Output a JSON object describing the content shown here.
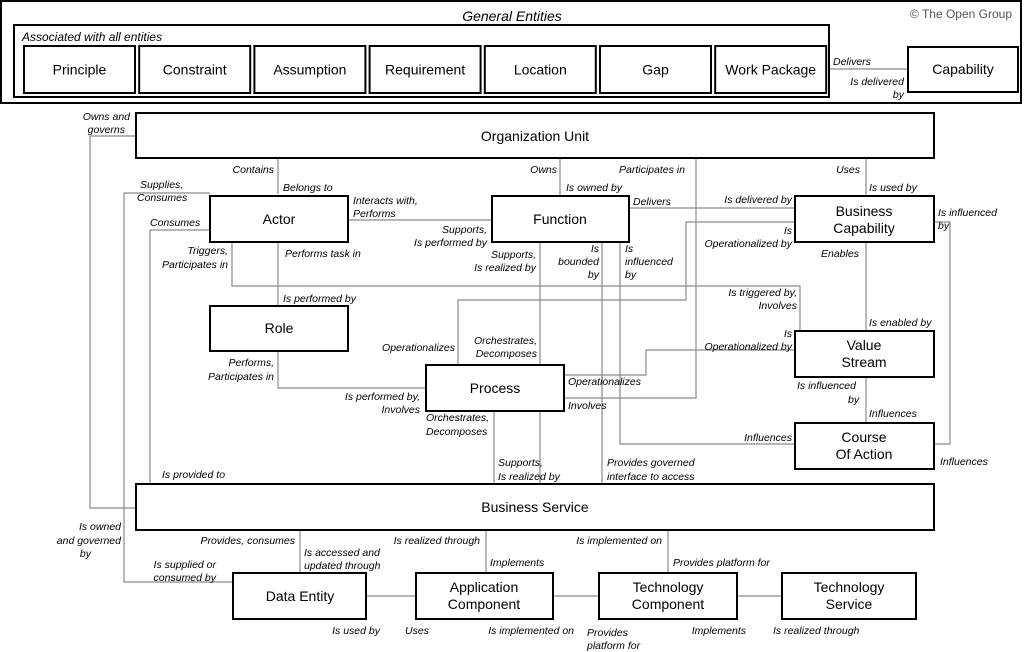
{
  "header": {
    "title": "General Entities",
    "subtitle": "Associated with all entities",
    "copyright": "© The Open Group"
  },
  "general_entities": [
    "Principle",
    "Constraint",
    "Assumption",
    "Requirement",
    "Location",
    "Gap",
    "Work Package"
  ],
  "nodes": {
    "capability": "Capability",
    "org_unit": "Organization Unit",
    "actor": "Actor",
    "function": "Function",
    "business_capability": [
      "Business",
      "Capability"
    ],
    "role": "Role",
    "value_stream": [
      "Value",
      "Stream"
    ],
    "process": "Process",
    "course_of_action": [
      "Course",
      "Of Action"
    ],
    "business_service": "Business Service",
    "data_entity": "Data Entity",
    "application_component": [
      "Application",
      "Component"
    ],
    "technology_component": [
      "Technology",
      "Component"
    ],
    "technology_service": [
      "Technology",
      "Service"
    ]
  },
  "relations": {
    "delivers_cap": "Delivers",
    "is_delivered_by_cap": [
      "Is delivered",
      "by"
    ],
    "owns_and_governs": [
      "Owns and",
      "governs"
    ],
    "supplies_consumes": [
      "Supplies,",
      "Consumes"
    ],
    "consumes": "Consumes",
    "triggers": [
      "Triggers,",
      "Participates in"
    ],
    "contains": "Contains",
    "belongs_to": "Belongs to",
    "owns": "Owns",
    "is_owned_by": "Is owned by",
    "participates_in": "Participates in",
    "uses": "Uses",
    "is_used_by": "Is used by",
    "interacts_with": [
      "Interacts with,",
      "Performs"
    ],
    "supports_performed": [
      "Supports,",
      "Is performed by"
    ],
    "delivers_func": "Delivers",
    "is_delivered_by_func": "Is delivered by",
    "is_influenced_by_bc": [
      "Is influenced",
      "by"
    ],
    "performs_task_in": "Performs task in",
    "supports_realized": [
      "Supports,",
      "Is realized by"
    ],
    "is_bounded_by": [
      "Is",
      "bounded",
      "by"
    ],
    "is_influenced_by_func": [
      "Is",
      "influenced",
      "by"
    ],
    "is_operationalized_by_bc": [
      "Is",
      "Operationalized by"
    ],
    "enables": "Enables",
    "is_performed_by_role": "Is performed by",
    "is_triggered_by": [
      "Is triggered by,",
      "Involves"
    ],
    "is_enabled_by": "Is enabled by",
    "operationalizes_left": "Operationalizes",
    "orchestrates_top": [
      "Orchestrates,",
      "Decomposes"
    ],
    "is_operationalized_by_vs": [
      "Is",
      "Operationalized by"
    ],
    "performs_role": [
      "Performs,",
      "Participates in"
    ],
    "is_performed_by_involves": [
      "Is performed by,",
      "Involves"
    ],
    "operationalizes_right": "Operationalizes",
    "involves": "Involves",
    "is_influenced_by_vs": [
      "Is influenced",
      "by"
    ],
    "influences_coa_top": "Influences",
    "orchestrates_bottom": [
      "Orchestrates,",
      "Decomposes"
    ],
    "influences_left": "Influences",
    "influences_right": "Influences",
    "supports_realized_bs": [
      "Supports,",
      "Is realized by"
    ],
    "provides_governed": [
      "Provides governed",
      "interface to access"
    ],
    "is_provided_to": "Is provided to",
    "is_owned_and_governed": [
      "Is owned",
      "and governed",
      "by"
    ],
    "provides_consumes": "Provides, consumes",
    "is_accessed": [
      "Is accessed and",
      "updated through"
    ],
    "is_realized_through": "Is realized through",
    "implements_ac": "Implements",
    "is_implemented_on_bs": "Is implemented on",
    "provides_platform_for_bs": "Provides platform for",
    "is_supplied": [
      "Is supplied or",
      "consumed by"
    ],
    "is_used_by_de": "Is used by",
    "uses_ac": "Uses",
    "is_implemented_on_ac": "Is implemented on",
    "provides_platform_for_tc": [
      "Provides",
      "platform for"
    ],
    "implements_tc": "Implements",
    "is_realized_through_ts": "Is realized through"
  }
}
